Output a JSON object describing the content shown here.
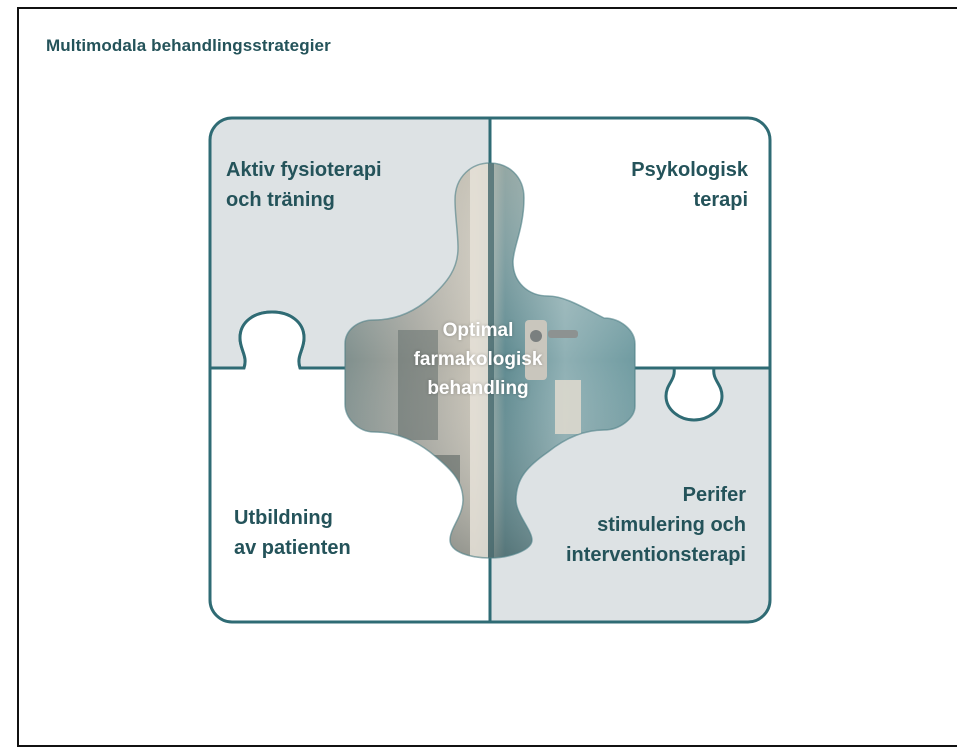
{
  "slide": {
    "title": "Multimodala behandlingsstrategier"
  },
  "puzzle": {
    "top_left": {
      "line1": "Aktiv fysioterapi",
      "line2": "och träning"
    },
    "top_right": {
      "line1": "Psykologisk",
      "line2": "terapi"
    },
    "bottom_left": {
      "line1": "Utbildning",
      "line2": "av patienten"
    },
    "bottom_right": {
      "line1": "Perifer",
      "line2": "stimulering och",
      "line3": "interventionsterapi"
    },
    "center": {
      "line1": "Optimal",
      "line2": "farmakologisk",
      "line3": "behandling"
    }
  },
  "colors": {
    "outline": "#2f6b74",
    "shaded_piece": "#dde2e4",
    "white_piece": "#ffffff",
    "label_text": "#24535a",
    "center_text": "#ffffff"
  }
}
